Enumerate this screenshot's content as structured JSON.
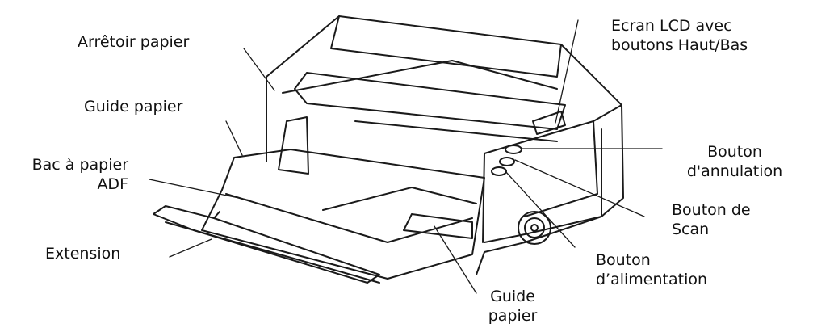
{
  "labels": {
    "arretoir": "Arrêtoir papier",
    "guide_top": "Guide papier",
    "bac_line1": "Bac à papier",
    "bac_line2": "ADF",
    "extension": "Extension",
    "ecran_line1": "Ecran LCD avec",
    "ecran_line2": "boutons Haut/Bas",
    "annul_line1": "Bouton",
    "annul_line2": "d'annulation",
    "scan_line1": "Bouton de",
    "scan_line2": "Scan",
    "alim_line1": "Bouton",
    "alim_line2": "d’alimentation",
    "guide_bottom_line1": "Guide",
    "guide_bottom_line2": "papier"
  },
  "colors": {
    "line": "#1a1a1a",
    "body": "#ffffff",
    "shade": "#e9e9e9"
  }
}
